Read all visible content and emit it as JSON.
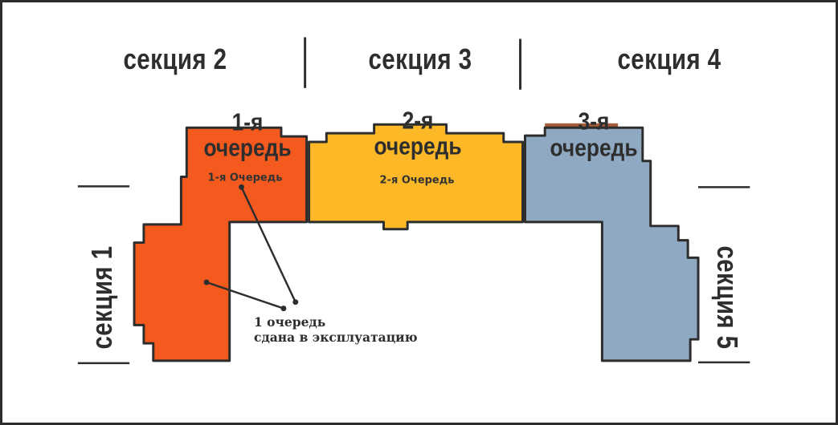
{
  "colors": {
    "phase1_orange": "#F4591E",
    "phase2_yellow": "#FCB826",
    "phase3_blue": "#8FA9C2",
    "roof_brown": "#A55C3B",
    "outline_dark": "#2D2D2D",
    "background": "#FFFFFF"
  },
  "top_sections": [
    {
      "label": "секция 2"
    },
    {
      "label": "секция 3"
    },
    {
      "label": "секция 4"
    }
  ],
  "side_sections": {
    "left": "секция 1",
    "right": "секция 5"
  },
  "phases": [
    {
      "line1": "1-я",
      "line2": "очередь",
      "sublabel": "1-я Очередь"
    },
    {
      "line1": "2-я",
      "line2": "очередь",
      "sublabel": "2-я Очередь"
    },
    {
      "line1": "3-я",
      "line2": "очередь"
    }
  ],
  "annotation": {
    "line1": "1 очередь",
    "line2": "сдана в эксплуатацию"
  }
}
